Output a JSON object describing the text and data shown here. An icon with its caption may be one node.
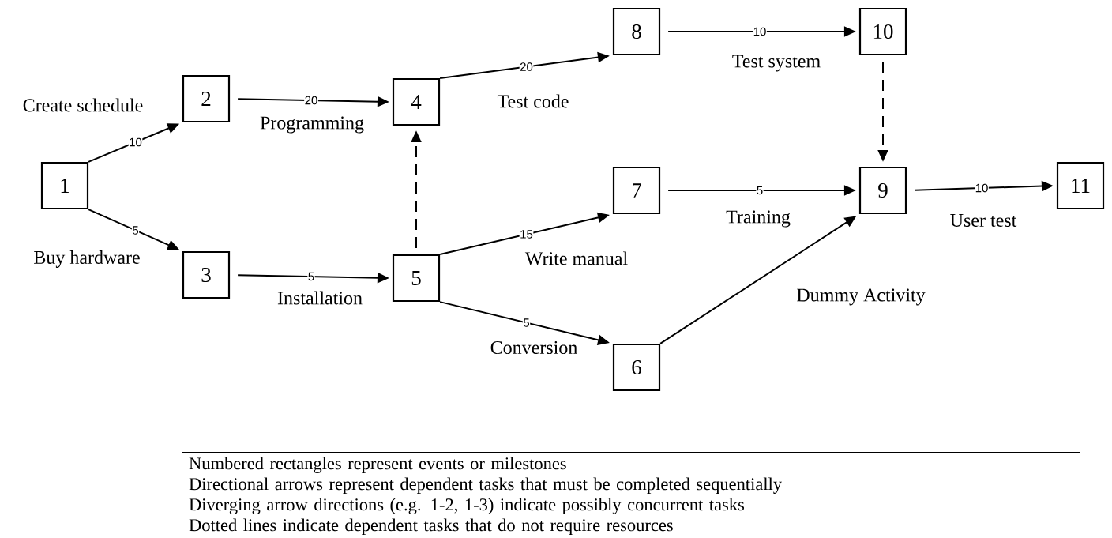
{
  "diagram": {
    "nodes": [
      {
        "text": [
          "1"
        ]
      },
      {
        "text": [
          "2"
        ]
      },
      {
        "text": [
          "3"
        ]
      },
      {
        "text": [
          "4"
        ]
      },
      {
        "text": [
          "5"
        ]
      },
      {
        "text": [
          "6"
        ]
      },
      {
        "text": [
          "7"
        ]
      },
      {
        "text": [
          "8"
        ]
      },
      {
        "text": [
          "9"
        ]
      },
      {
        "text": [
          "10"
        ]
      },
      {
        "text": [
          "11"
        ]
      },
      {
        "text": [
          "Numbered rectangles represent events or milestones",
          "Directional arrows represent dependent tasks that must be completed sequentially",
          "Diverging arrow directions (e.g. 1-2, 1-3) indicate possibly concurrent tasks",
          "Dotted lines indicate dependent tasks that do not require resources"
        ]
      }
    ],
    "edges": [
      {
        "from": 0,
        "to": 1,
        "arrow": "to",
        "label": "10"
      },
      {
        "from": 0,
        "to": 2,
        "arrow": "to",
        "label": "5"
      },
      {
        "from": 1,
        "to": 3,
        "arrow": "to",
        "label": "20"
      },
      {
        "from": 2,
        "to": 4,
        "arrow": "to",
        "label": "5"
      },
      {
        "from": 4,
        "to": 3,
        "arrow": "to",
        "style": "dashed"
      },
      {
        "from": 3,
        "to": 7,
        "arrow": "to",
        "label": "20"
      },
      {
        "from": 7,
        "to": 9,
        "arrow": "to",
        "label": "10"
      },
      {
        "from": 4,
        "to": 6,
        "arrow": "to",
        "label": "15"
      },
      {
        "from": 4,
        "to": 5,
        "arrow": "to",
        "label": "5"
      },
      {
        "from": 6,
        "to": 8,
        "arrow": "to",
        "label": "5"
      },
      {
        "from": 5,
        "to": 8,
        "arrow": "to"
      },
      {
        "from": 9,
        "to": 8,
        "arrow": "to",
        "style": "dashed"
      },
      {
        "from": 8,
        "to": 10,
        "arrow": "to",
        "label": "10"
      }
    ],
    "labels": [
      "Create schedule",
      "Buy hardware",
      "Programming",
      "Installation",
      "Test code",
      "Test system",
      "Write manual",
      "Training",
      "Conversion",
      "Dummy Activity",
      "User test"
    ]
  }
}
